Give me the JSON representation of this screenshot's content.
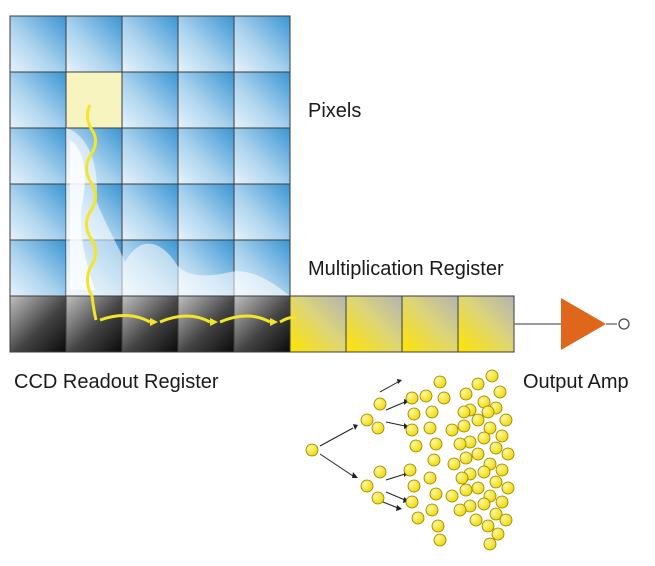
{
  "labels": {
    "pixels": "Pixels",
    "multiplication_register": "Multiplication Register",
    "ccd_readout_register": "CCD Readout Register",
    "output_amp": "Output Amp"
  },
  "grid": {
    "columns": 5,
    "rows": 5,
    "highlighted_cell": {
      "row": 1,
      "col": 1
    }
  },
  "readout_register": {
    "cells": 5
  },
  "multiplication_register_cells": 4,
  "colors": {
    "pixel_light": "#e6f2fb",
    "pixel_blue": "#3d9ad6",
    "readout_light": "#b8b8b8",
    "readout_dark": "#0e0e0e",
    "mult_light": "#b4b4b4",
    "mult_yellow": "#ffe400",
    "highlight_cell": "#f8f4c0",
    "path_arrow": "#f2e52c",
    "amplifier": "#e0661b",
    "electron": "#f2e000",
    "electron_stroke": "#8f7e00",
    "grid_line": "#3c3c3c"
  },
  "icons": {
    "amplifier": "triangle-amplifier-icon",
    "output_terminal": "open-circle-terminal-icon"
  }
}
